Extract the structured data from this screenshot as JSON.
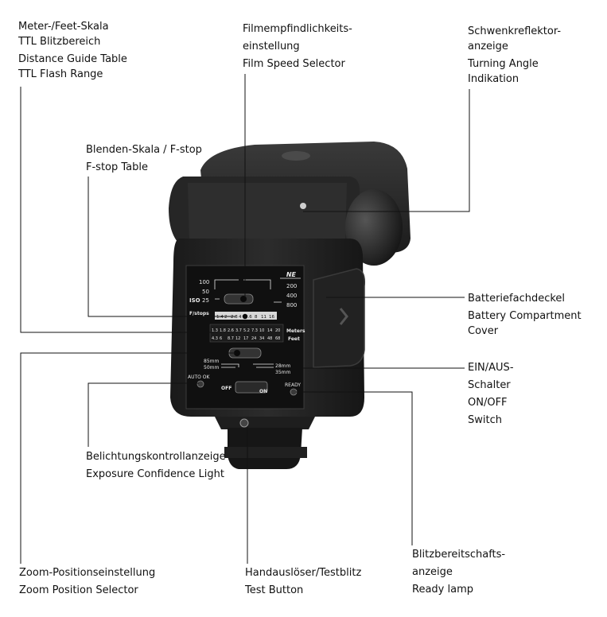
{
  "callouts": {
    "meter_feet": [
      "Meter-/Feet-Skala",
      "TTL Blitzbereich",
      "Distance Guide Table",
      "TTL Flash Range"
    ],
    "film_speed": [
      "Filmempfindlichkeits-",
      "einstellung",
      "Film Speed Selector"
    ],
    "swivel": [
      "Schwenkreflektor-",
      "anzeige",
      "Turning Angle",
      "Indikation"
    ],
    "fstop": [
      "Blenden-Skala / F-stop",
      "F-stop Table"
    ],
    "battery": [
      "Batteriefachdeckel",
      "Battery Compartment",
      "Cover"
    ],
    "onoff": [
      "EIN/AUS-",
      "Schalter",
      "ON/OFF",
      "Switch"
    ],
    "exposure": [
      "Belichtungskontrollanzeige",
      "Exposure Confidence Light"
    ],
    "zoom": [
      "Zoom-Positionseinstellung",
      "Zoom Position Selector"
    ],
    "test": [
      "Handauslöser/Testblitz",
      "Test Button"
    ],
    "ready": [
      "Blitzbereitschafts-",
      "anzeige",
      "Ready lamp"
    ]
  },
  "panel": {
    "brand": "NE",
    "iso_label": "ISO",
    "iso_left": [
      "100",
      "50",
      "25"
    ],
    "iso_right": [
      "200",
      "400",
      "800"
    ],
    "fstops_label": "F/stops",
    "fstops_values": [
      "1.4",
      "2",
      "2.8",
      "4",
      "5.6",
      "8",
      "11",
      "16"
    ],
    "meters_label": "Meters",
    "feet_label": "Feet",
    "meters_values": [
      "1.3",
      "1.8",
      "2.6",
      "3.7",
      "5.2",
      "7.3",
      "10",
      "14",
      "20"
    ],
    "feet_values": [
      "4.3",
      "6",
      "8.7",
      "12",
      "17",
      "24",
      "34",
      "48",
      "68"
    ],
    "zoom_left": [
      "85mm",
      "50mm"
    ],
    "zoom_right": [
      "28mm",
      "35mm"
    ],
    "auto_ok": "AUTO OK",
    "ready": "READY",
    "off": "OFF",
    "on": "ON"
  }
}
